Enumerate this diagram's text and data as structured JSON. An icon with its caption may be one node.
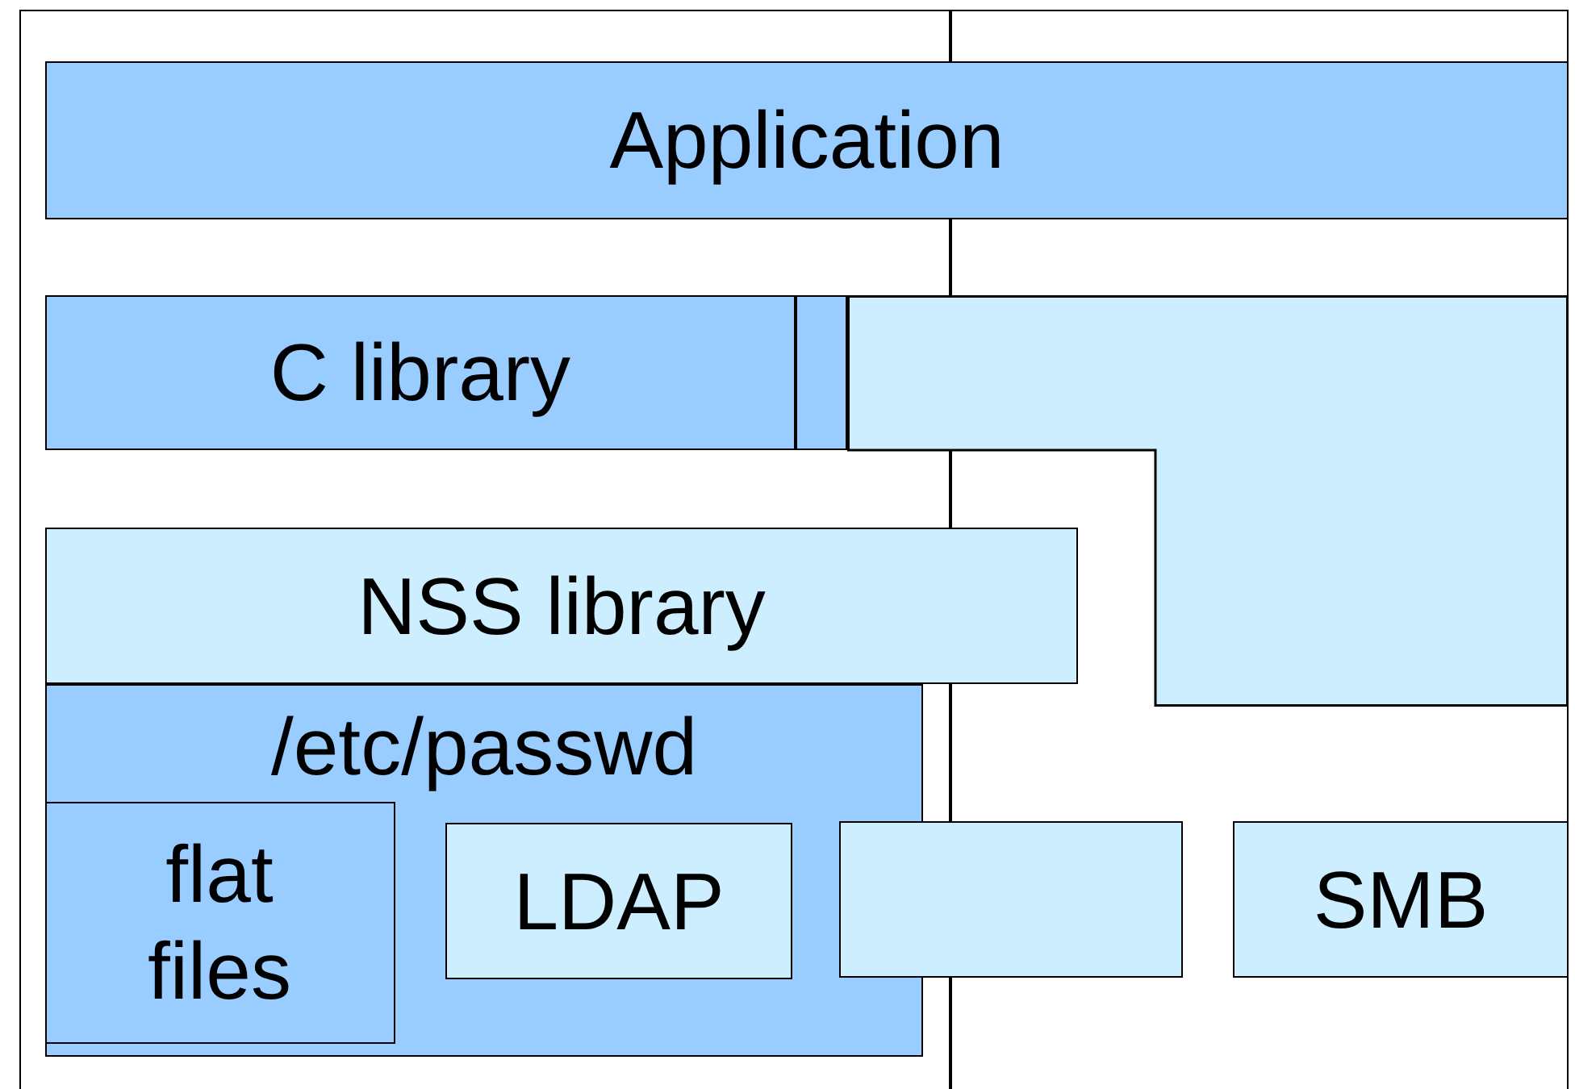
{
  "diagram": {
    "nodes": [
      {
        "text": [
          "Application"
        ]
      },
      {
        "text": [
          "C library"
        ]
      },
      {
        "text": [],
        "shape": "box"
      },
      {
        "text": [],
        "shape": "box"
      },
      {
        "text": [
          "NSS library"
        ]
      },
      {
        "text": [
          "/etc/passwd"
        ]
      },
      {
        "text": [
          "flat files"
        ],
        "in": 5
      },
      {
        "text": [
          "LDAP"
        ],
        "in": 5
      },
      {
        "text": [],
        "shape": "box"
      },
      {
        "text": [
          "SMB"
        ]
      }
    ],
    "edges": []
  }
}
